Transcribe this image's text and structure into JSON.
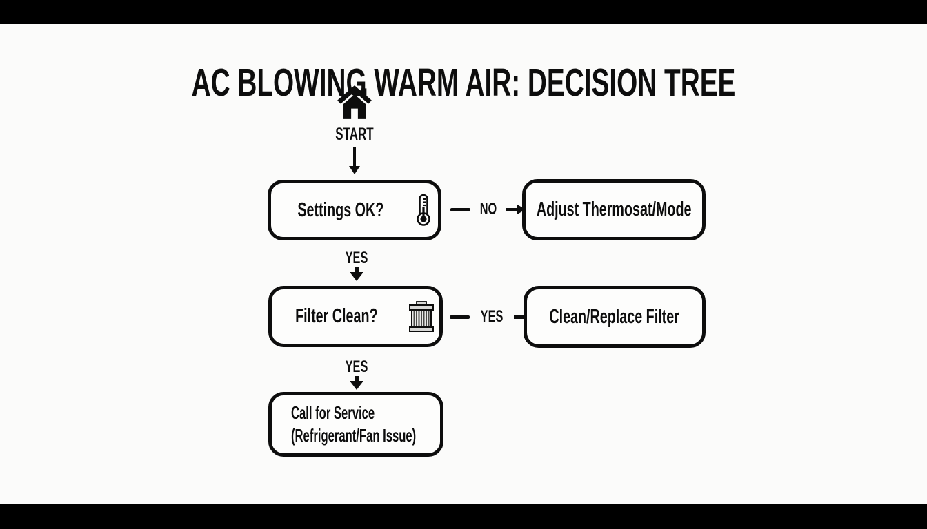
{
  "title": "AC BLOWING WARM AIR: DECISION TREE",
  "colors": {
    "ink": "#0d0d0d",
    "background": "#fbfbfa",
    "letterbox": "#000000"
  },
  "start": {
    "icon": "house-icon",
    "label": "START"
  },
  "nodes": [
    {
      "id": "settings-ok",
      "label": "Settings OK?",
      "icon": "thermometer-icon"
    },
    {
      "id": "adjust-thermostat",
      "label": "Adjust Thermosat/Mode"
    },
    {
      "id": "filter-clean",
      "label": "Filter Clean?",
      "icon": "air-filter-icon"
    },
    {
      "id": "clean-replace-filter",
      "label": "Clean/Replace Filter"
    },
    {
      "id": "call-for-service",
      "lines": [
        "Call for Service",
        "(Refrigerant/Fan Issue)"
      ]
    }
  ],
  "connectors": [
    {
      "from": "settings-ok",
      "to": "adjust-thermostat",
      "label": "NO",
      "direction": "right"
    },
    {
      "from": "settings-ok",
      "to": "filter-clean",
      "label": "YES",
      "direction": "down"
    },
    {
      "from": "filter-clean",
      "to": "clean-replace-filter",
      "label": "YES",
      "direction": "right"
    },
    {
      "from": "filter-clean",
      "to": "call-for-service",
      "label": "YES",
      "direction": "down"
    }
  ]
}
